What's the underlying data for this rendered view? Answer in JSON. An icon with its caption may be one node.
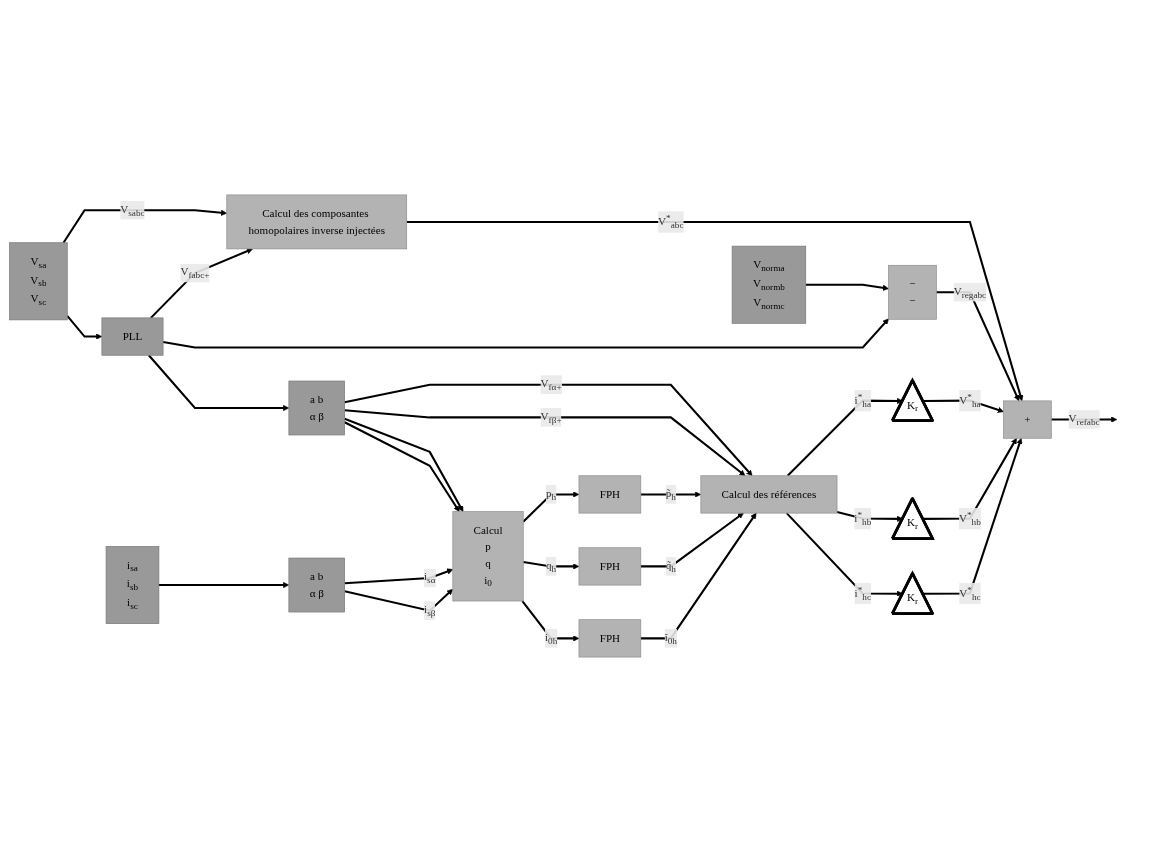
{
  "diagram": {
    "nodes": [
      {
        "text": [
          "V$_{norma}$",
          "V$_{normb}$",
          "V$_{normc}$"
        ]
      },
      {
        "text": [
          "−",
          "−"
        ]
      },
      {
        "text": [
          "Calcul des composantes homopolaires inverse injectées"
        ]
      },
      {
        "text": [
          "+"
        ]
      },
      {
        "text": [
          "V$_{sa}$",
          "V$_{sb}$",
          "V$_{sc}$"
        ]
      },
      {
        "text": [
          "PLL"
        ]
      },
      {
        "text": [
          "a b",
          "α β"
        ]
      },
      {
        "text": [
          "i$_{sa}$",
          "i$_{sb}$",
          "i$_{sc}$"
        ]
      },
      {
        "text": [
          "a b",
          "α β"
        ]
      },
      {
        "text": [
          "Calcul",
          "p",
          "q",
          "i$_{0}$"
        ]
      },
      {
        "text": [
          "FPH"
        ]
      },
      {
        "text": [
          "FPH"
        ]
      },
      {
        "text": [
          "FPH"
        ]
      },
      {
        "text": [
          "Calcul des références"
        ]
      },
      {
        "text": [
          "K$_{r}$"
        ]
      },
      {
        "text": [
          "K$_{r}$"
        ]
      },
      {
        "text": [
          "K$_{r}$"
        ]
      }
    ],
    "edges": [
      {
        "from": 0,
        "to": 1,
        "arrow": "to"
      },
      {
        "from": 5,
        "to": 1,
        "arrow": "to"
      },
      {
        "from": 4,
        "to": 2,
        "arrow": "to",
        "label": "V$_{sabc}$"
      },
      {
        "from": 5,
        "to": 2,
        "arrow": "to",
        "label": "V$_{fabc+}$"
      },
      {
        "from": 2,
        "to": 3,
        "arrow": "to",
        "label": "V$^{*}$$_{abc}$"
      },
      {
        "from": 1,
        "to": 3,
        "arrow": "to",
        "label": "V$_{regabc}$"
      },
      {
        "from": 3,
        "to": null,
        "arrow": "to",
        "label": "V$_{refabc}$"
      },
      {
        "from": 4,
        "to": 5,
        "arrow": "to"
      },
      {
        "from": 5,
        "to": 6,
        "arrow": "to"
      },
      {
        "from": 6,
        "to": 9,
        "arrow": "to"
      },
      {
        "from": 6,
        "to": 9,
        "arrow": "to"
      },
      {
        "from": 6,
        "to": 13,
        "arrow": "to",
        "label": "V$_{fα+}$"
      },
      {
        "from": 6,
        "to": 13,
        "arrow": "to",
        "label": "V$_{fβ+}$"
      },
      {
        "from": 7,
        "to": 8,
        "arrow": "to"
      },
      {
        "from": 8,
        "to": 9,
        "arrow": "to",
        "label": "i$_{sα}$"
      },
      {
        "from": 8,
        "to": 9,
        "arrow": "to",
        "label": "i$_{sβ}$"
      },
      {
        "from": 9,
        "to": 10,
        "arrow": "to",
        "label": "p$_{h}$"
      },
      {
        "from": 9,
        "to": 11,
        "arrow": "to",
        "label": "q$_{h}$"
      },
      {
        "from": 9,
        "to": 12,
        "arrow": "to",
        "label": "i$_{0h}$"
      },
      {
        "from": 10,
        "to": 13,
        "arrow": "to",
        "label": "p̃$_{h}$"
      },
      {
        "from": 11,
        "to": 13,
        "arrow": "to",
        "label": "q̃$_{h}$"
      },
      {
        "from": 12,
        "to": 13,
        "arrow": "to",
        "label": "ĩ$_{0h}$"
      },
      {
        "from": 13,
        "to": 14,
        "arrow": "to",
        "label": "i$^{*}$$_{ha}$"
      },
      {
        "from": 13,
        "to": 15,
        "arrow": "to",
        "label": "i$^{*}$$_{hb}$"
      },
      {
        "from": 13,
        "to": 16,
        "arrow": "to",
        "label": "i$^{*}$$_{hc}$"
      },
      {
        "from": 14,
        "to": 3,
        "arrow": "to",
        "label": "V$^{*}$$_{ha}$"
      },
      {
        "from": 15,
        "to": 3,
        "arrow": "to",
        "label": "V$^{*}$$_{hb}$"
      },
      {
        "from": 16,
        "to": 3,
        "arrow": "to",
        "label": "V$^{*}$$_{hc}$"
      }
    ]
  }
}
